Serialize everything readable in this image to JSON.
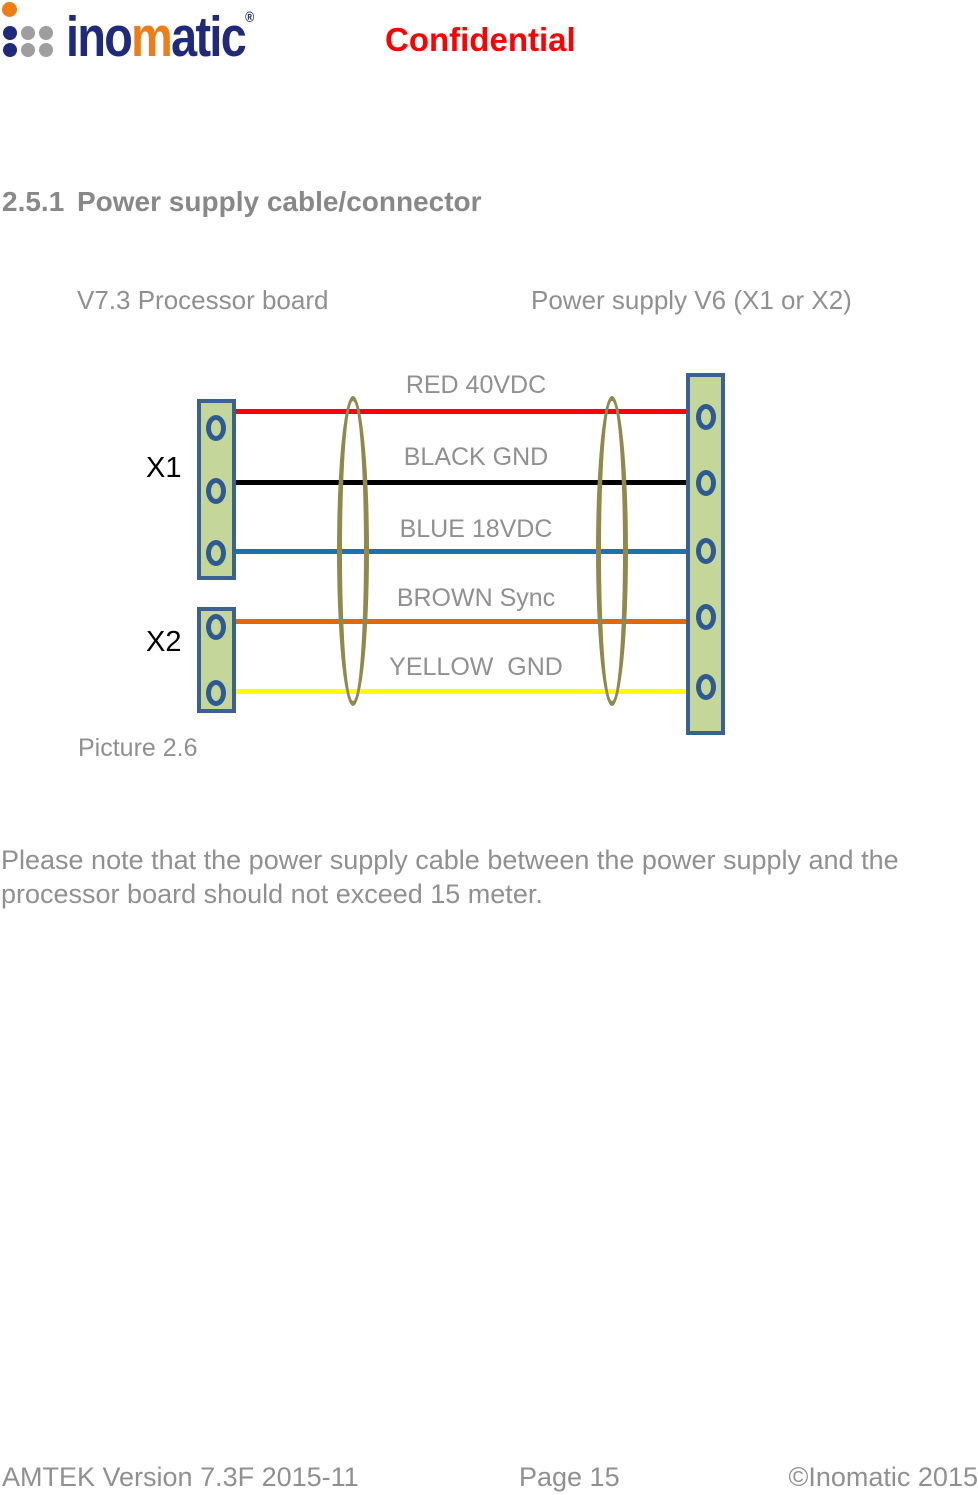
{
  "header": {
    "logo": {
      "part1": "ino",
      "part2": "m",
      "part3": "atic",
      "registered_mark": "®",
      "navy": "#202a7c",
      "orange": "#ef7c14",
      "gray": "#9e9e9e"
    },
    "confidential": "Confidential",
    "confidential_color": "#ff0000"
  },
  "section": {
    "number": "2.5.1",
    "title": "Power supply cable/connector"
  },
  "diagram": {
    "left_title": "V7.3 Processor board",
    "right_title": "Power supply V6 (X1 or X2)",
    "connector_x1_label": "X1",
    "connector_x2_label": "X2",
    "connector_fill": "#c5d69b",
    "connector_border": "#3a6191",
    "connector_hole_color": "#2e5a94",
    "cable_loop_color": "#8f8a4b",
    "wires": [
      {
        "label": "RED 40VDC",
        "color": "#ff0000"
      },
      {
        "label": "BLACK GND",
        "color": "#000000"
      },
      {
        "label": "BLUE 18VDC",
        "color": "#0f76bc"
      },
      {
        "label": "BROWN Sync",
        "color": "#e0690f"
      },
      {
        "label": "YELLOW  GND",
        "color": "#ffff00"
      }
    ],
    "caption": "Picture 2.6"
  },
  "body": {
    "note": "Please note that the power supply cable between the power supply and the processor board should not exceed 15 meter."
  },
  "footer": {
    "left": "AMTEK Version 7.3F 2015-11",
    "center": "Page 15",
    "right": "©Inomatic 2015"
  }
}
